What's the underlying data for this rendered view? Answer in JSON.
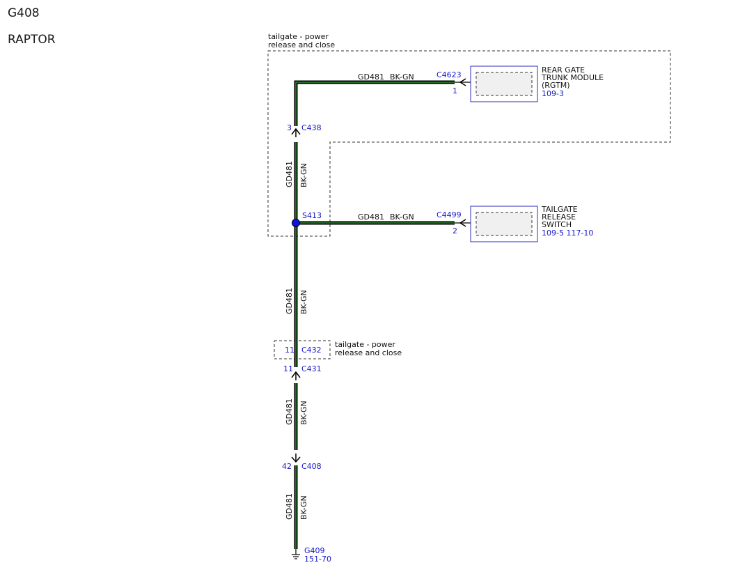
{
  "header": {
    "ground_id": "G408",
    "model": "RAPTOR"
  },
  "zones": {
    "tailgate_top": [
      "tailgate - power",
      "release and close"
    ],
    "tailgate_mid": [
      "tailgate - power",
      "release and close"
    ]
  },
  "wire": {
    "circuit": "GD481",
    "color": "BK-GN"
  },
  "components": {
    "rgtm": {
      "name_lines": [
        "REAR GATE",
        "TRUNK MODULE",
        "(RGTM)"
      ],
      "ref": "109-3",
      "connector": "C4623",
      "pin": "1"
    },
    "switch": {
      "name_lines": [
        "TAILGATE",
        "RELEASE",
        "SWITCH"
      ],
      "ref": "109-5  117-10",
      "connector": "C4499",
      "pin": "2"
    }
  },
  "connectors": {
    "c438": {
      "id": "C438",
      "pin": "3"
    },
    "c432": {
      "id": "C432",
      "pin": "11"
    },
    "c431": {
      "id": "C431",
      "pin": "11"
    },
    "c408": {
      "id": "C408",
      "pin": "42"
    }
  },
  "splice": {
    "id": "S413",
    "color": "#1010e0"
  },
  "ground": {
    "id": "G409",
    "ref": "151-70"
  },
  "colors": {
    "wire_outer": "#000000",
    "wire_inner": "#2e8b2e",
    "label_blue": "#1515c8",
    "box_border": "#2c2cc0"
  }
}
